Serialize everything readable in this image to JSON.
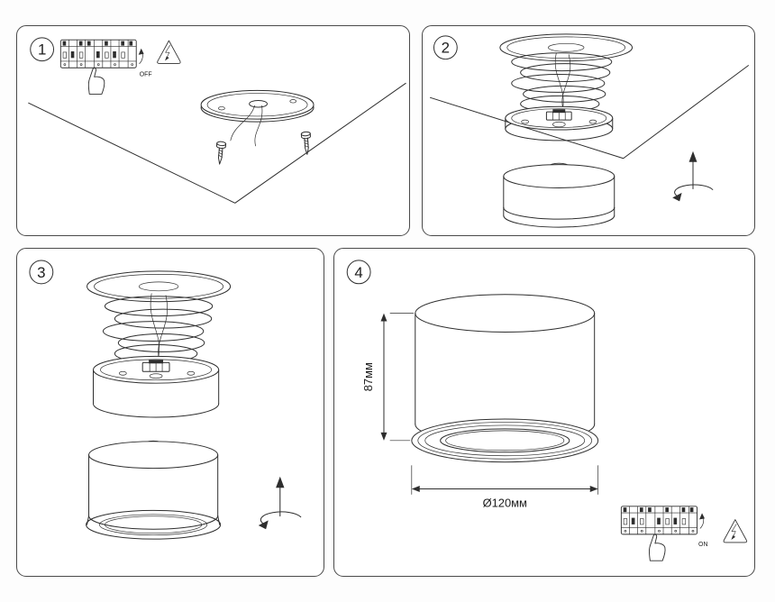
{
  "page": {
    "background": "#fdfdfd",
    "line_color": "#2e2e2e",
    "panel_border_color": "#4a4a4a"
  },
  "icons": {
    "breaker_panel": "circuit-breaker-strip",
    "pointing_hand": "hand-flipping-switch",
    "hazard": "high-voltage-warning-triangle",
    "rotation_arrow": "rotate-to-lock-arrow",
    "screw": "mounting-screw"
  },
  "steps": [
    {
      "number": "1",
      "breaker_label": "OFF"
    },
    {
      "number": "2"
    },
    {
      "number": "3"
    },
    {
      "number": "4",
      "breaker_label": "ON",
      "dimensions": {
        "height": "87мм",
        "diameter": "Ø120мм"
      }
    }
  ]
}
